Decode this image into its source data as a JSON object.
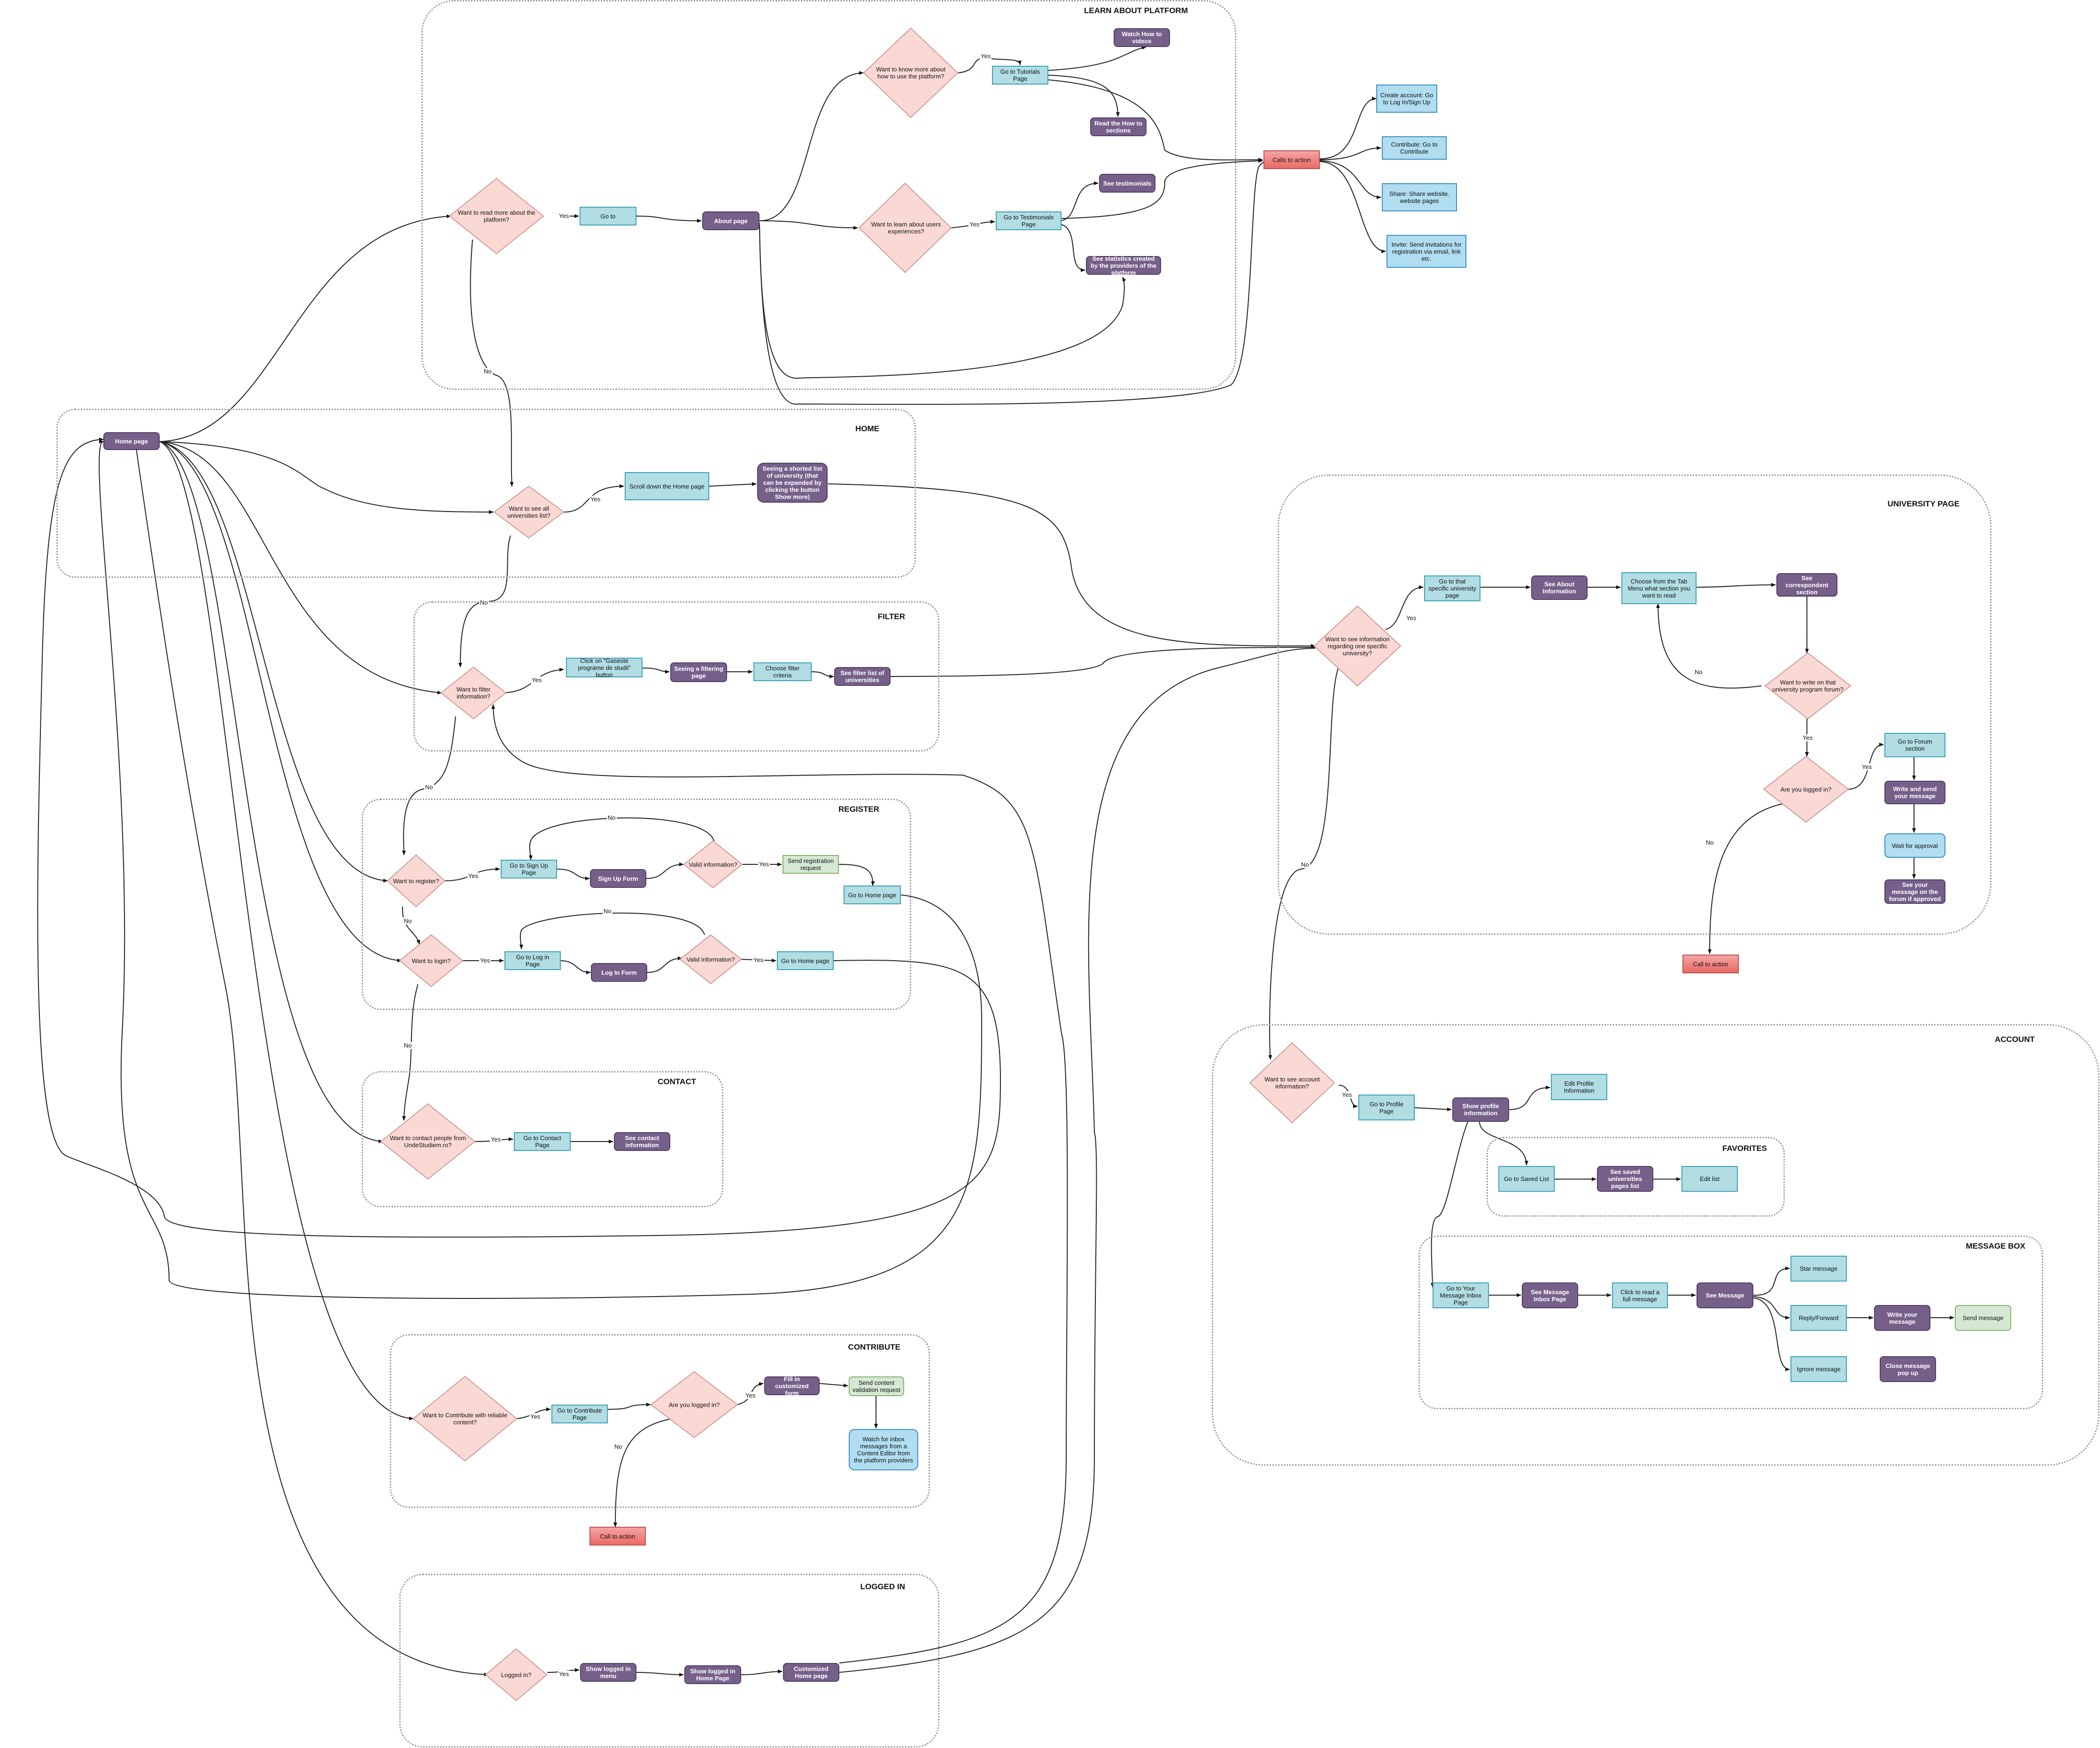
{
  "groups": [
    {
      "id": "learn",
      "title": "LEARN ABOUT PLATFORM"
    },
    {
      "id": "home",
      "title": "HOME"
    },
    {
      "id": "filter",
      "title": "FILTER"
    },
    {
      "id": "register",
      "title": "REGISTER"
    },
    {
      "id": "contact",
      "title": "CONTACT"
    },
    {
      "id": "contribute",
      "title": "CONTRIBUTE"
    },
    {
      "id": "loggedin",
      "title": "LOGGED IN"
    },
    {
      "id": "university",
      "title": "UNIVERSITY PAGE"
    },
    {
      "id": "account",
      "title": "ACCOUNT"
    },
    {
      "id": "favorites",
      "title": "FAVORITES"
    },
    {
      "id": "messagebox",
      "title": "MESSAGE BOX"
    }
  ],
  "nodes": [
    {
      "id": "home",
      "type": "pur",
      "text": "Home page"
    },
    {
      "id": "q_read",
      "type": "diamond",
      "text": "Want to read more about the platform?"
    },
    {
      "id": "goto",
      "type": "proc",
      "text": "Go to"
    },
    {
      "id": "about",
      "type": "pur",
      "text": "About page"
    },
    {
      "id": "q_howto",
      "type": "diamond",
      "text": "Want to know more about how to use the platform?"
    },
    {
      "id": "tutorials",
      "type": "proc",
      "text": "Go to Tutorials Page"
    },
    {
      "id": "watch",
      "type": "pur",
      "text": "Watch How to videos"
    },
    {
      "id": "readhow",
      "type": "pur",
      "text": "Read the How to sections"
    },
    {
      "id": "q_users",
      "type": "diamond",
      "text": "Want to learn about users experiences?"
    },
    {
      "id": "testpage",
      "type": "proc",
      "text": "Go to Testimonials Page"
    },
    {
      "id": "seetest",
      "type": "pur",
      "text": "See testimonials"
    },
    {
      "id": "seestats",
      "type": "pur",
      "text": "See statistics created by the providers of the platform"
    },
    {
      "id": "cta1",
      "type": "red",
      "text": "Calls to action"
    },
    {
      "id": "create",
      "type": "info",
      "text": "Create account: Go to Log In/Sign Up"
    },
    {
      "id": "contrib_i",
      "type": "info",
      "text": "Contribute: Go to Contribute"
    },
    {
      "id": "share",
      "type": "info",
      "text": "Share: Share website. website pages"
    },
    {
      "id": "invite",
      "type": "info",
      "text": "Invite: Send invitations for registration via email, link etc."
    },
    {
      "id": "q_list",
      "type": "diamond",
      "text": "Want to see all universities list?"
    },
    {
      "id": "scroll",
      "type": "proc",
      "text": "Scroll down the Home page"
    },
    {
      "id": "seeshort",
      "type": "pur",
      "text": "Seeing a shorted list of university (that can be expanded by clicking the button Show more)"
    },
    {
      "id": "q_filter",
      "type": "diamond",
      "text": "Want to filter information?"
    },
    {
      "id": "clickprog",
      "type": "proc",
      "text": "Click on \"Gaseste programe de studii\" button"
    },
    {
      "id": "seefilter",
      "type": "pur",
      "text": "Seeing a filtering page"
    },
    {
      "id": "choose",
      "type": "proc",
      "text": "Choose filter criteria"
    },
    {
      "id": "seefilt",
      "type": "pur",
      "text": "See filter list of universities"
    },
    {
      "id": "q_reg",
      "type": "diamond",
      "text": "Want to register?"
    },
    {
      "id": "signup",
      "type": "proc",
      "text": "Go to Sign Up Page"
    },
    {
      "id": "signform",
      "type": "pur",
      "text": "Sign Up Form"
    },
    {
      "id": "valid1",
      "type": "diamond",
      "text": "Valid information?"
    },
    {
      "id": "sendreg",
      "type": "grn",
      "text": "Send registration request"
    },
    {
      "id": "gohome1",
      "type": "proc",
      "text": "Go to Home page"
    },
    {
      "id": "q_login",
      "type": "diamond",
      "text": "Want to login?"
    },
    {
      "id": "loginpage",
      "type": "proc",
      "text": "Go to Log in Page"
    },
    {
      "id": "loginform",
      "type": "pur",
      "text": "Log In Form"
    },
    {
      "id": "valid2",
      "type": "diamond",
      "text": "Valid information?"
    },
    {
      "id": "gohome2",
      "type": "proc",
      "text": "Go to Home page"
    },
    {
      "id": "q_contact",
      "type": "diamond",
      "text": "Want to contact people from UndeStudiem.ro?"
    },
    {
      "id": "contactpage",
      "type": "proc",
      "text": "Go to Contact Page"
    },
    {
      "id": "seecontact",
      "type": "pur",
      "text": "See contact information"
    },
    {
      "id": "q_contrib",
      "type": "diamond",
      "text": "Want to Contribute with reliable content?"
    },
    {
      "id": "contribpage",
      "type": "proc",
      "text": "Go to Contribute Page"
    },
    {
      "id": "q_logged1",
      "type": "diamond",
      "text": "Are you logged in?"
    },
    {
      "id": "fillform",
      "type": "pur",
      "text": "Fill in customized form"
    },
    {
      "id": "sendcontent",
      "type": "grn",
      "text": "Send content validation request"
    },
    {
      "id": "watchinbox",
      "type": "info",
      "text": "Watch for inbox messages from a Content Editor from the platform providers"
    },
    {
      "id": "cta2",
      "type": "red",
      "text": "Call to action"
    },
    {
      "id": "q_loggedin",
      "type": "diamond",
      "text": "Logged in?"
    },
    {
      "id": "showmenu",
      "type": "pur",
      "text": "Show logged in menu"
    },
    {
      "id": "showhome",
      "type": "pur",
      "text": "Show logged in Home Page"
    },
    {
      "id": "customhome",
      "type": "pur",
      "text": "Customized Home page"
    },
    {
      "id": "q_uni",
      "type": "diamond",
      "text": "Want to see information regarding one specific university?"
    },
    {
      "id": "gouni",
      "type": "proc",
      "text": "Go to that specific university page"
    },
    {
      "id": "seeabout",
      "type": "pur",
      "text": "See About Information"
    },
    {
      "id": "choosetab",
      "type": "proc",
      "text": "Choose from the Tab Menu what section you want to read"
    },
    {
      "id": "seecorr",
      "type": "pur",
      "text": "See correspondent section"
    },
    {
      "id": "q_forum",
      "type": "diamond",
      "text": "Want to write on that university program forum?"
    },
    {
      "id": "q_logged2",
      "type": "diamond",
      "text": "Are you logged in?"
    },
    {
      "id": "forum",
      "type": "proc",
      "text": "Go to Forum section"
    },
    {
      "id": "writesend",
      "type": "pur",
      "text": "Write and send your message"
    },
    {
      "id": "wait",
      "type": "info",
      "text": "Wait for approval"
    },
    {
      "id": "seemsg",
      "type": "pur",
      "text": "See your message on the forum if approved"
    },
    {
      "id": "cta3",
      "type": "red",
      "text": "Call to action"
    },
    {
      "id": "q_acc",
      "type": "diamond",
      "text": "Want to see account information?"
    },
    {
      "id": "profile",
      "type": "proc",
      "text": "Go to Profile Page"
    },
    {
      "id": "showprof",
      "type": "pur",
      "text": "Show profile information"
    },
    {
      "id": "editprof",
      "type": "proc",
      "text": "Edit Profile Information"
    },
    {
      "id": "saved",
      "type": "proc",
      "text": "Go to Saved List"
    },
    {
      "id": "seesaved",
      "type": "pur",
      "text": "See saved universities pages list"
    },
    {
      "id": "editlist",
      "type": "proc",
      "text": "Edit list"
    },
    {
      "id": "inbox",
      "type": "proc",
      "text": "Go to Your Message Inbox Page"
    },
    {
      "id": "seeinbox",
      "type": "pur",
      "text": "See Message Inbox Page"
    },
    {
      "id": "clickread",
      "type": "proc",
      "text": "Click to read a full message"
    },
    {
      "id": "seemessage",
      "type": "pur",
      "text": "See Message"
    },
    {
      "id": "star",
      "type": "proc",
      "text": "Star message"
    },
    {
      "id": "reply",
      "type": "proc",
      "text": "Reply/Forward"
    },
    {
      "id": "write",
      "type": "pur",
      "text": "Write your message"
    },
    {
      "id": "sendmsg",
      "type": "grn",
      "text": "Send message"
    },
    {
      "id": "ignore",
      "type": "proc",
      "text": "Ignore message"
    },
    {
      "id": "close",
      "type": "pur",
      "text": "Close message pop up"
    }
  ],
  "edges": [
    {
      "id": "e_read_yes",
      "label": "Yes"
    },
    {
      "id": "e_howto_yes",
      "label": "Yes"
    },
    {
      "id": "e_users_yes",
      "label": "Yes"
    },
    {
      "id": "e_read_no",
      "label": "No"
    },
    {
      "id": "e_list_yes",
      "label": "Yes"
    },
    {
      "id": "e_list_no",
      "label": "No"
    },
    {
      "id": "e_filter_yes",
      "label": "Yes"
    },
    {
      "id": "e_filter_no",
      "label": "No"
    },
    {
      "id": "e_reg_yes",
      "label": "Yes"
    },
    {
      "id": "e_valid1_no",
      "label": "No"
    },
    {
      "id": "e_valid1_yes",
      "label": "Yes"
    },
    {
      "id": "e_reg_no",
      "label": "No"
    },
    {
      "id": "e_login_yes",
      "label": "Yes"
    },
    {
      "id": "e_valid2_no",
      "label": "No"
    },
    {
      "id": "e_valid2_yes",
      "label": "Yes"
    },
    {
      "id": "e_login_no",
      "label": "No"
    },
    {
      "id": "e_contact_yes",
      "label": "Yes"
    },
    {
      "id": "e_contrib_yes",
      "label": "Yes"
    },
    {
      "id": "e_logged1_yes",
      "label": "Yes"
    },
    {
      "id": "e_logged1_no",
      "label": "No"
    },
    {
      "id": "e_loggedin_yes",
      "label": "Yes"
    },
    {
      "id": "e_uni_yes",
      "label": "Yes"
    },
    {
      "id": "e_forum_no",
      "label": "No"
    },
    {
      "id": "e_forum_yes",
      "label": "Yes"
    },
    {
      "id": "e_logged2_yes",
      "label": "Yes"
    },
    {
      "id": "e_logged2_no",
      "label": "No"
    },
    {
      "id": "e_uni_no",
      "label": "No"
    },
    {
      "id": "e_acc_yes",
      "label": "Yes"
    }
  ],
  "colors": {
    "process_fill": "#b1dde3",
    "purple_fill": "#76608a",
    "diamond_fill": "#fad9d5",
    "info_fill": "#b1ddf0",
    "green_fill": "#d5e8d4",
    "red_fill": "#ea6b66"
  }
}
